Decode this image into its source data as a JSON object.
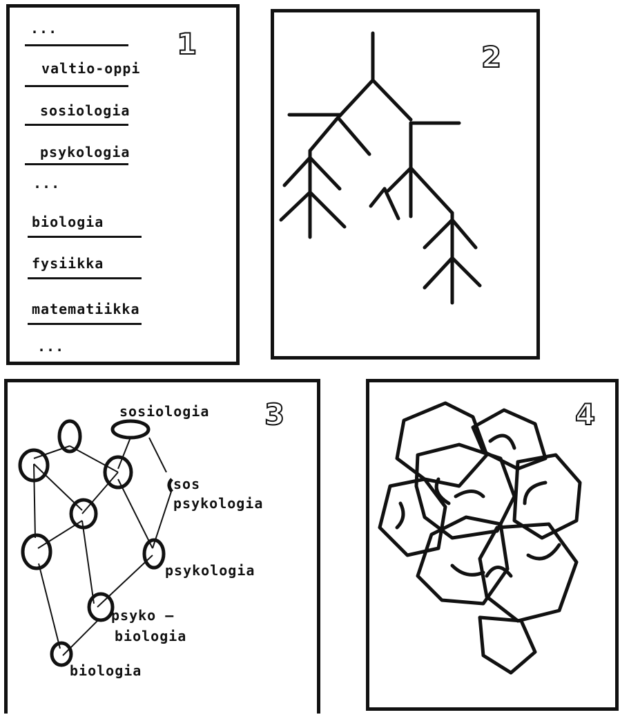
{
  "panels": {
    "p1": {
      "number": "1",
      "items": [
        "...",
        "valtio-oppi",
        "sosiologia",
        "psykologia",
        "...",
        "biologia",
        "fysiikka",
        "matematiikka",
        "..."
      ]
    },
    "p2": {
      "number": "2"
    },
    "p3": {
      "number": "3",
      "labels": {
        "sosiologia": "sosiologia",
        "sos": "sos",
        "sos_psykologia": "psykologia",
        "psykologia": "psykologia",
        "psyko": "psyko —",
        "psyko_biologia": "biologia",
        "biologia": "biologia"
      }
    },
    "p4": {
      "number": "4"
    }
  }
}
